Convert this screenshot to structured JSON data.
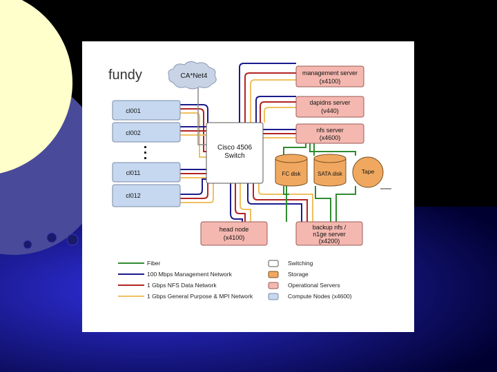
{
  "diagram": {
    "title": "fundy",
    "cloud": "CA*Net4",
    "switch": {
      "line1": "Cisco 4506",
      "line2": "Switch"
    },
    "compute_nodes": [
      "cl001",
      "cl002",
      "cl011",
      "cl012"
    ],
    "servers": {
      "management": {
        "line1": "management server",
        "line2": "(x4100)"
      },
      "dapidns": {
        "line1": "dapidns server",
        "line2": "(v440)"
      },
      "nfs": {
        "line1": "nfs server",
        "line2": "(x4600)"
      },
      "head": {
        "line1": "head node",
        "line2": "(x4100)"
      },
      "backup": {
        "line1": "backup nfs /",
        "line2": "n1ge server",
        "line3": "(x4200)"
      }
    },
    "storage": {
      "fc": "FC disk",
      "sata": "SATA disk",
      "tape": "Tape"
    },
    "legend": {
      "lines": [
        {
          "label": "Fiber",
          "color": "#2e8b2e"
        },
        {
          "label": "100 Mbps Management Network",
          "color": "#1a1a8c"
        },
        {
          "label": "1 Gbps NFS Data Network",
          "color": "#b22222"
        },
        {
          "label": "1 Gbps General Purpose & MPI Network",
          "color": "#f0c060"
        }
      ],
      "boxes": [
        {
          "label": "Switching",
          "color": "#ffffff"
        },
        {
          "label": "Storage",
          "color": "#f0a860"
        },
        {
          "label": "Operational Servers",
          "color": "#f4b8b0"
        },
        {
          "label": "Compute Nodes (x4600)",
          "color": "#c6d8f0"
        }
      ]
    }
  }
}
